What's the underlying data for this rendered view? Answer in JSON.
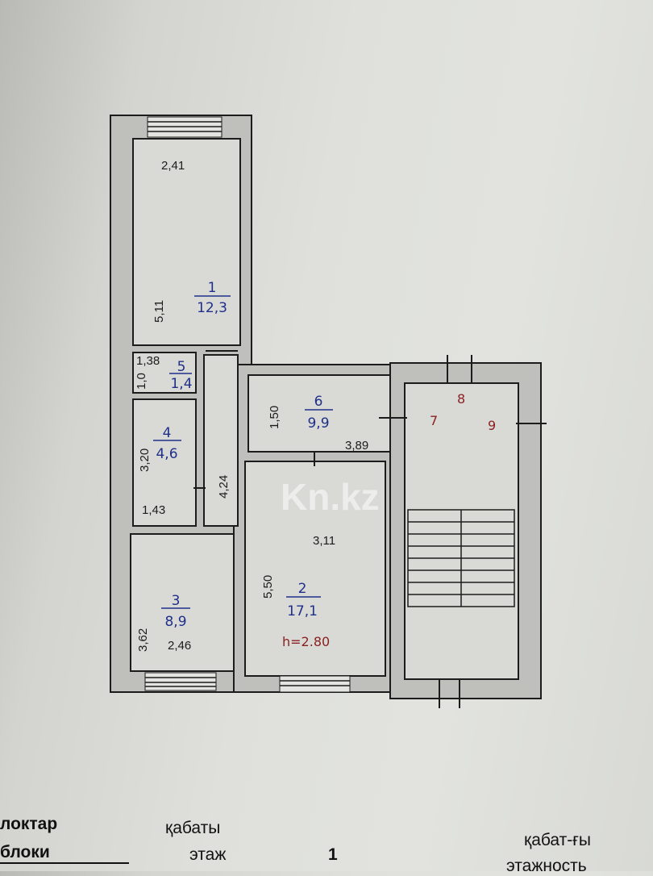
{
  "rooms": [
    {
      "number": "1",
      "area": "12,3",
      "dims": [
        "2,41",
        "5,11"
      ]
    },
    {
      "number": "2",
      "area": "17,1",
      "dims": [
        "3,11",
        "5,50"
      ],
      "height": "h=2.80"
    },
    {
      "number": "3",
      "area": "8,9",
      "dims": [
        "2,46",
        "3,62"
      ]
    },
    {
      "number": "4",
      "area": "4,6",
      "dims": [
        "1,43",
        "3,20"
      ]
    },
    {
      "number": "5",
      "area": "1,4",
      "dims": [
        "1,38",
        "1,0"
      ]
    },
    {
      "number": "6",
      "area": "9,9",
      "dims": [
        "3,89",
        "1,50"
      ]
    },
    {
      "number": "7"
    },
    {
      "number": "8"
    },
    {
      "number": "9"
    }
  ],
  "corridor_dim": "4,24",
  "watermark": "Kn.kz",
  "footer": {
    "blocks_kz": "локтар",
    "blocks_ru": "блоки",
    "floor_kz": "қабаты",
    "floor_ru": "этаж",
    "floor_value": "1",
    "floors_kz": "қабат-ғы",
    "floors_ru": "этажность"
  }
}
